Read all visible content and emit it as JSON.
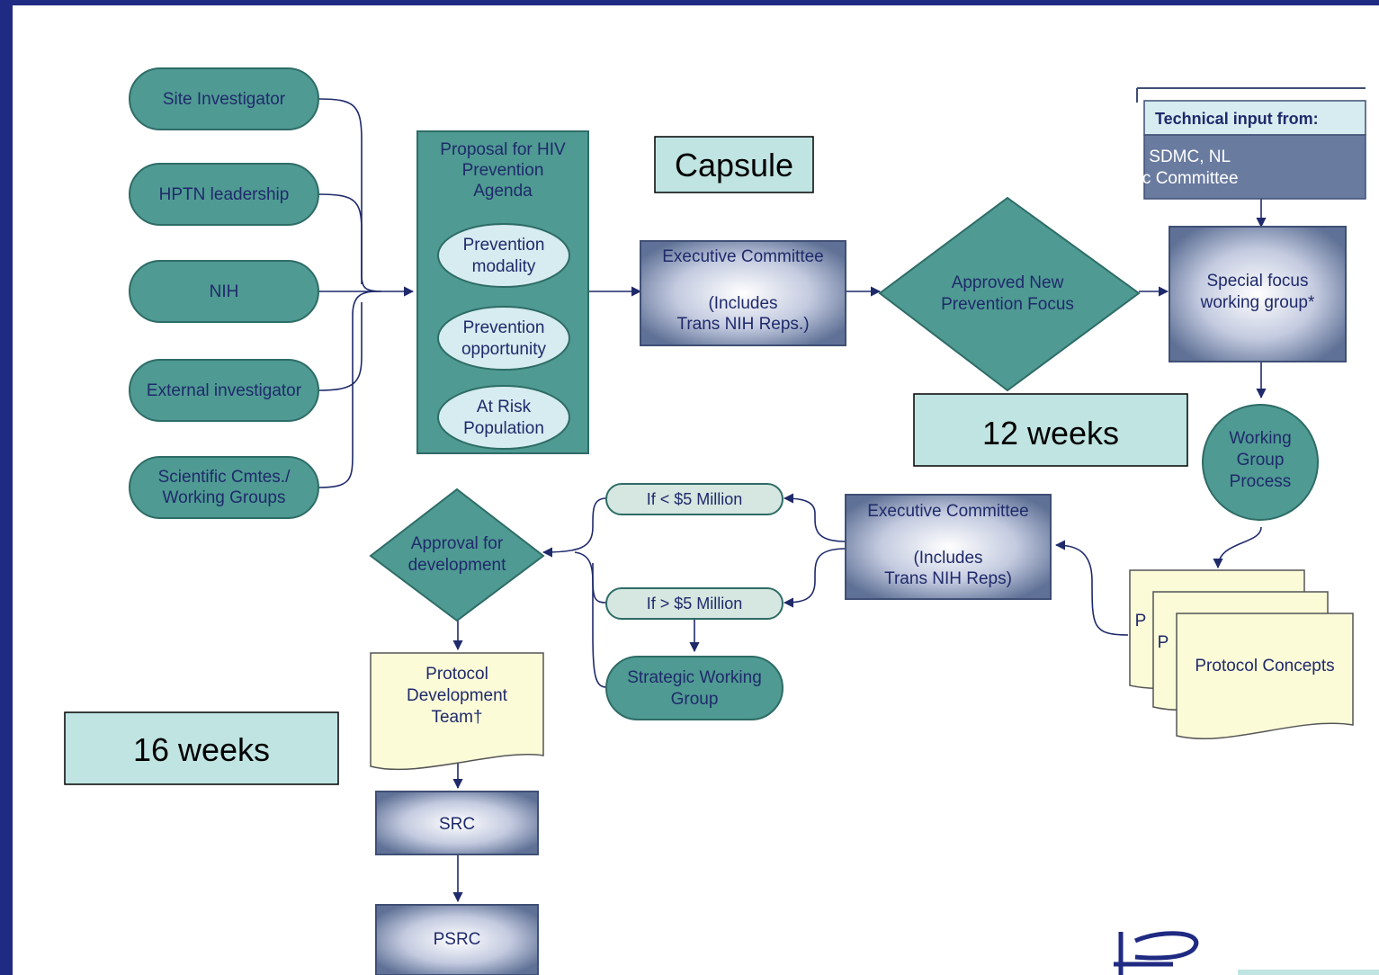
{
  "sources": [
    "Site Investigator",
    "HPTN leadership",
    "NIH",
    "External investigator",
    [
      "Scientific Cmtes./",
      "Working Groups"
    ]
  ],
  "proposal": {
    "title": [
      "Proposal for HIV",
      "Prevention",
      "Agenda"
    ],
    "items": [
      [
        "Prevention",
        "modality"
      ],
      [
        "Prevention",
        "opportunity"
      ],
      [
        "At Risk",
        "Population"
      ]
    ]
  },
  "capsule_label": "Capsule",
  "exec_top": {
    "title": "Executive Committee",
    "sub": [
      "(Includes",
      "Trans NIH Reps.)"
    ]
  },
  "approved_focus": [
    "Approved New",
    "Prevention Focus"
  ],
  "technical_input": {
    "title": "Technical input from:",
    "items": [
      "• CORE, SDMC, NL",
      "• Scientific Committee"
    ]
  },
  "special_focus": [
    "Special focus",
    "working group*"
  ],
  "weeks_12": "12 weeks",
  "working_group_process": [
    "Working",
    "Group",
    "Process"
  ],
  "protocol_concepts": {
    "back1": "P",
    "back2": "P",
    "front": "Protocol Concepts"
  },
  "exec_bottom": {
    "title": "Executive Committee",
    "sub": [
      "(Includes",
      "Trans NIH Reps)"
    ]
  },
  "less_5m": "If < $5 Million",
  "more_5m": "If > $5 Million",
  "strategic_wg": [
    "Strategic Working",
    "Group"
  ],
  "approval_dev": [
    "Approval for",
    "development"
  ],
  "protocol_dev_team": [
    "Protocol",
    "Development",
    "Team†"
  ],
  "weeks_16": "16 weeks",
  "src": "SRC",
  "psrc": "PSRC",
  "colors": {
    "teal": "#4f9a93",
    "teal_border": "#2e6c66",
    "blue_box": "#5f7196",
    "yellow_doc": "#fbfbd8",
    "label_box": "#bfe4e2",
    "frame": "#1f2a82"
  }
}
